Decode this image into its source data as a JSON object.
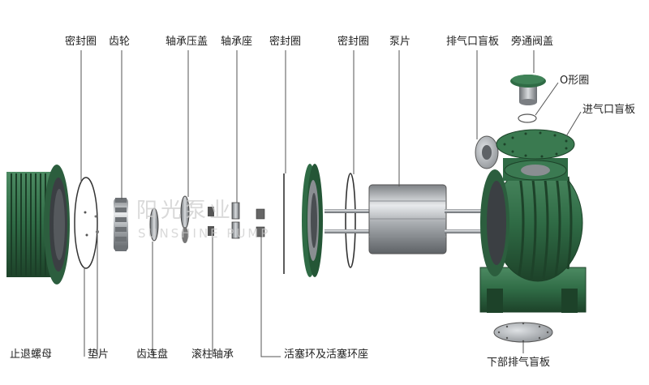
{
  "labels": {
    "seal_ring_1": "密封圈",
    "gear": "齿轮",
    "bearing_cover": "轴承压盖",
    "bearing_seat": "轴承座",
    "seal_ring_2": "密封圈",
    "seal_ring_3": "密封圈",
    "pump_vane": "泵片",
    "exhaust_blind_plate": "排气口盲板",
    "bypass_valve_cover": "旁通阀盖",
    "o_ring": "O形圈",
    "intake_blind_plate": "进气口盲板",
    "stop_nut": "止退螺母",
    "gasket": "垫片",
    "gear_disc": "齿连盘",
    "roller_bearing": "滚柱轴承",
    "piston_ring": "活塞环及活塞环座",
    "bottom_exhaust_plate": "下部排气盲板"
  },
  "watermark": {
    "cn": "阳光泵业",
    "en": "SUNSHINE PUMP"
  },
  "colors": {
    "green": "#2f6b45",
    "green_dark": "#1f4a30",
    "steel": "#b9bcbf",
    "steel_dark": "#6e7276",
    "leader": "#555555"
  }
}
